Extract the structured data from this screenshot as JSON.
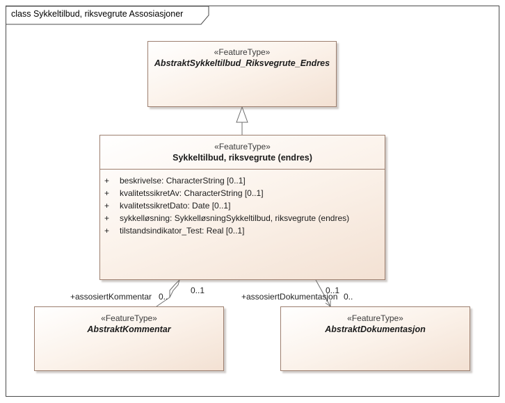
{
  "diagram": {
    "frame_label": "class Sykkeltilbud, riksvegrute Assosiasjoner"
  },
  "classes": {
    "parent": {
      "stereotype": "«FeatureType»",
      "name": "AbstraktSykkeltilbud_Riksvegrute_Endres"
    },
    "main": {
      "stereotype": "«FeatureType»",
      "name": "Sykkeltilbud, riksvegrute (endres)",
      "attributes": [
        {
          "vis": "+",
          "text": "beskrivelse: CharacterString [0..1]"
        },
        {
          "vis": "+",
          "text": "kvalitetssikretAv: CharacterString [0..1]"
        },
        {
          "vis": "+",
          "text": "kvalitetssikretDato: Date [0..1]"
        },
        {
          "vis": "+",
          "text": "sykkelløsning: SykkelløsningSykkeltilbud, riksvegrute (endres)"
        },
        {
          "vis": "+",
          "text": "tilstandsindikator_Test: Real [0..1]"
        }
      ]
    },
    "kommentar": {
      "stereotype": "«FeatureType»",
      "name": "AbstraktKommentar"
    },
    "dokumentasjon": {
      "stereotype": "«FeatureType»",
      "name": "AbstraktDokumentasjon"
    }
  },
  "associations": {
    "kommentar": {
      "source_multiplicity": "0..1",
      "target_role": "+assosiertKommentar",
      "target_multiplicity": "0.."
    },
    "dokumentasjon": {
      "source_multiplicity": "0..1",
      "target_role": "+assosiertDokumentasjon",
      "target_multiplicity": "0.."
    }
  },
  "colors": {
    "box_border": "#9c7e6e",
    "box_fill_light": "#ffffff",
    "box_fill_dark": "#f3e1d3",
    "line": "#6d6d6d"
  }
}
